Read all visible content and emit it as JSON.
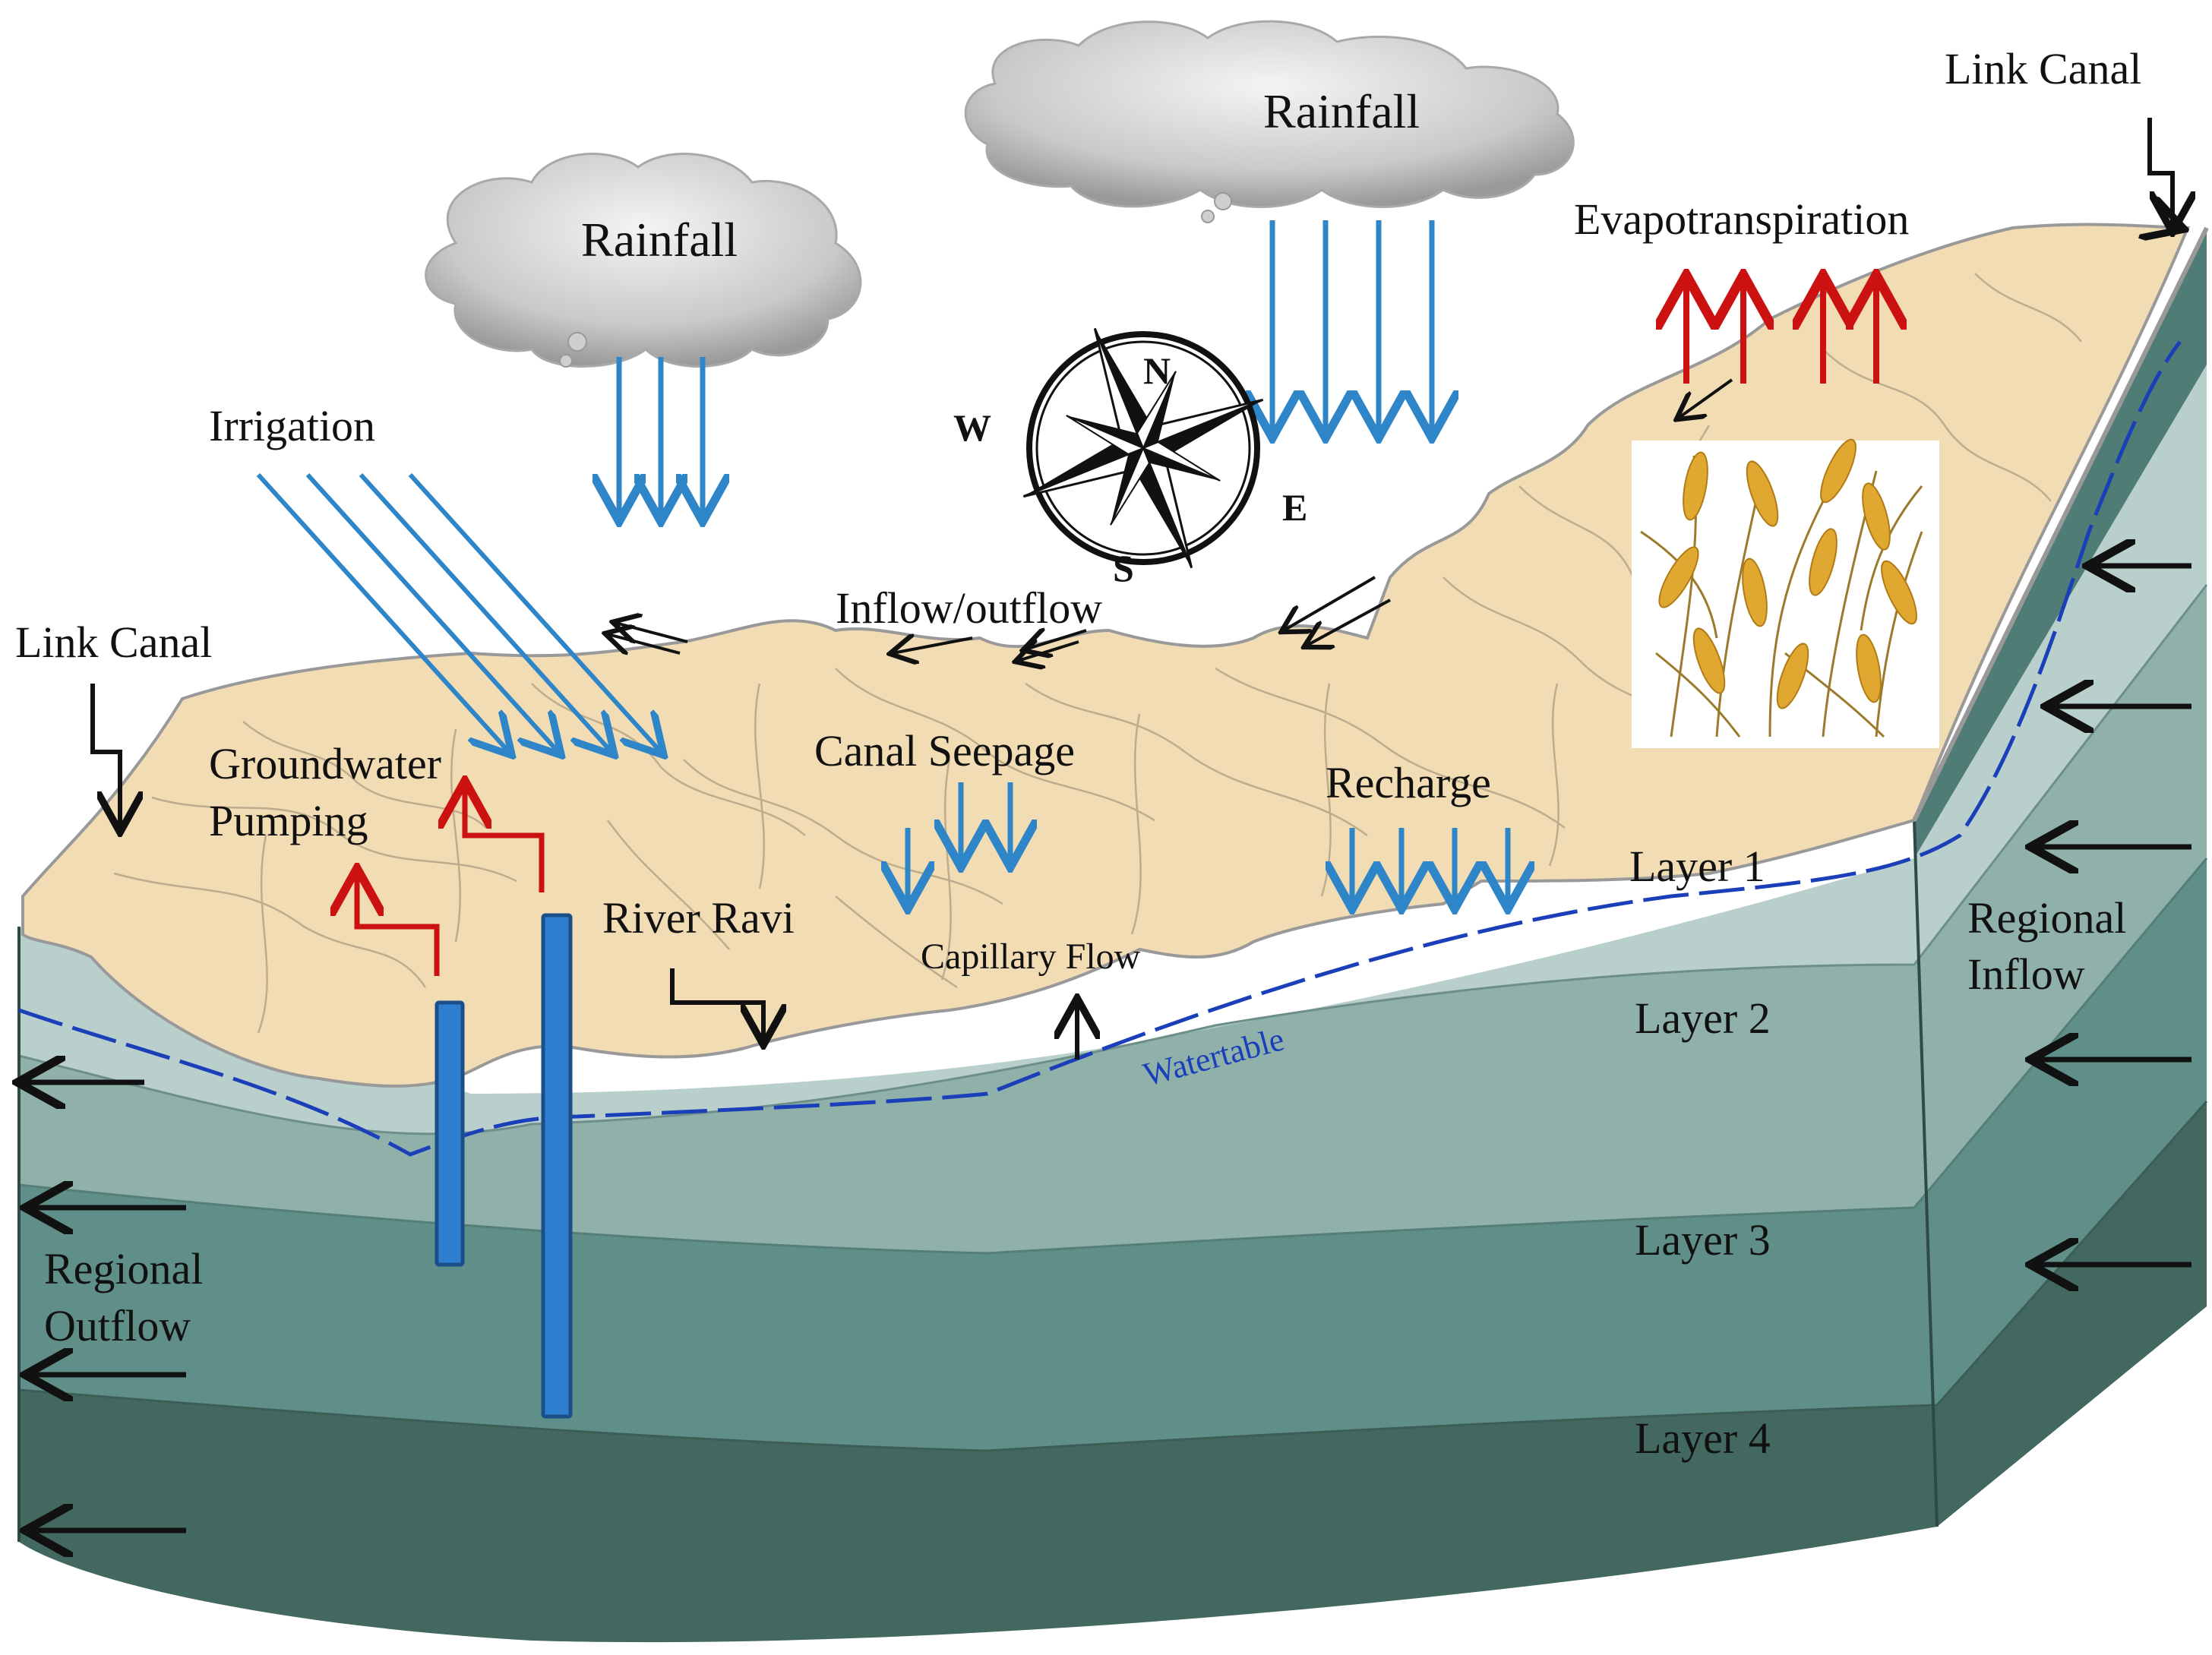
{
  "labels": {
    "rainfall_left": "Rainfall",
    "rainfall_right": "Rainfall",
    "irrigation": "Irrigation",
    "evapotranspiration": "Evapotranspiration",
    "link_canal_left": "Link Canal",
    "link_canal_right": "Link Canal",
    "groundwater_pumping_1": "Groundwater",
    "groundwater_pumping_2": "Pumping",
    "inflow_outflow": "Inflow/outflow",
    "canal_seepage": "Canal Seepage",
    "recharge": "Recharge",
    "river_ravi": "River Ravi",
    "capillary_flow": "Capillary  Flow",
    "watertable": "Watertable",
    "regional_inflow_1": "Regional",
    "regional_inflow_2": "Inflow",
    "regional_outflow_1": "Regional",
    "regional_outflow_2": "Outflow"
  },
  "layers": [
    "Layer 1",
    "Layer 2",
    "Layer 3",
    "Layer 4"
  ],
  "compass": {
    "n": "N",
    "s": "S",
    "e": "E",
    "w": "W"
  },
  "colors": {
    "soil": "#f2dcb4",
    "layer1": "#b9cfcb",
    "layer2": "#8fb1aa",
    "layer3": "#5f8f88",
    "layer4": "#43685f",
    "water_arrow": "#2e86c9",
    "heat_arrow": "#cc1111",
    "flow_arrow": "#111111",
    "watertable": "#1a3fb8",
    "well": "#2f7fd0"
  },
  "icons": [
    "cloud-icon",
    "compass-rose-icon",
    "wheat-crop-icon",
    "tube-well-icon"
  ]
}
